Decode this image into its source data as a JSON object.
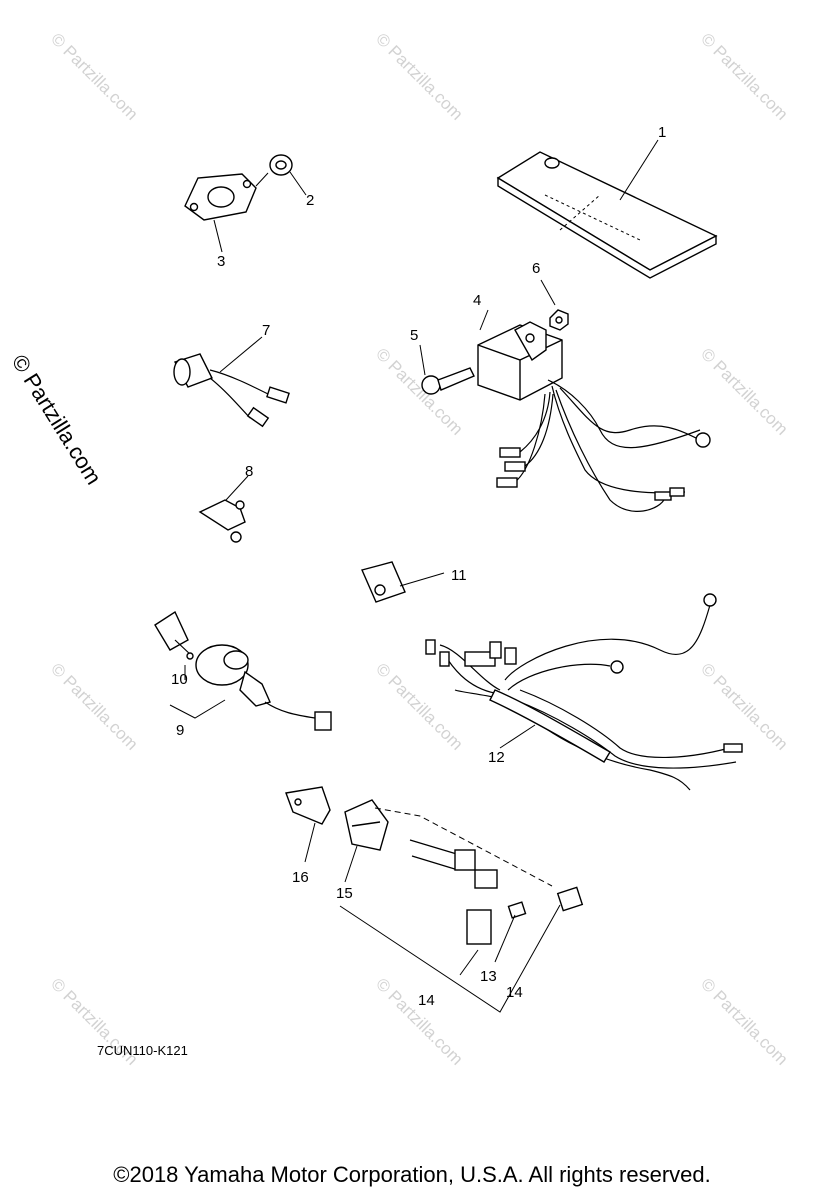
{
  "watermarks": {
    "repeated": "© Partzilla.com",
    "side": "© Partzilla.com"
  },
  "callouts": [
    "1",
    "2",
    "3",
    "4",
    "5",
    "6",
    "7",
    "8",
    "9",
    "10",
    "11",
    "12",
    "13",
    "14",
    "14",
    "15",
    "16"
  ],
  "diagram_code": "7CUN110-K121",
  "copyright": "©2018  Yamaha Motor Corporation, U.S.A. All rights reserved.",
  "colors": {
    "ink": "#000000",
    "watermark": "#d2d2d2",
    "background": "#ffffff"
  }
}
